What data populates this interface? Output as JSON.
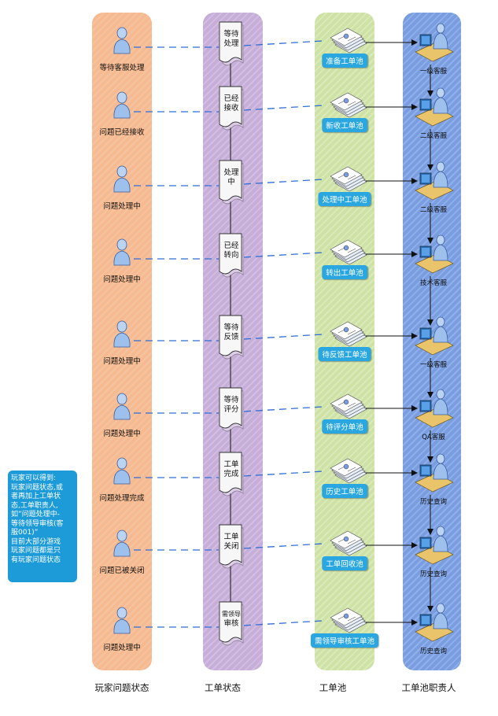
{
  "lanes": {
    "player": "玩家问题状态",
    "ticket": "工单状态",
    "pool": "工单池",
    "owner": "工单池职责人"
  },
  "note": "玩家可以得到:\n玩家问题状态,或\n者再加上工单状\n态,工单职责人,\n如”问题处理中-\n等待领导审核(客\n服001)”\n目前大部分游戏\n玩家问题都是只\n有玩家问题状态",
  "colors": {
    "player_lane": "#f7b98f",
    "ticket_lane": "#c6aed8",
    "pool_lane": "#cfe2a6",
    "owner_lane": "#7a9ddf",
    "label_box": "#2aa7e0",
    "dashed_link": "#2f6fd6"
  },
  "rows": [
    {
      "player": "等待客服处理",
      "ticket": [
        "等待",
        "处理"
      ],
      "pool": "准备工单池",
      "owner": "一级客服"
    },
    {
      "player": "问题已经接收",
      "ticket": [
        "已经",
        "接收"
      ],
      "pool": "新收工单池",
      "owner": "二级客服"
    },
    {
      "player": "问题处理中",
      "ticket": [
        "处理",
        "中"
      ],
      "pool": "处理中工单池",
      "owner": "二级客服"
    },
    {
      "player": "问题处理中",
      "ticket": [
        "已经",
        "转向"
      ],
      "pool": "转出工单池",
      "owner": "技术客服"
    },
    {
      "player": "问题处理中",
      "ticket": [
        "等待",
        "反馈"
      ],
      "pool": "待反馈工单池",
      "owner": "一级客服"
    },
    {
      "player": "问题处理中",
      "ticket": [
        "等待",
        "评分"
      ],
      "pool": "待评分单池",
      "owner": "QA客服"
    },
    {
      "player": "问题处理完成",
      "ticket": [
        "工单",
        "完成"
      ],
      "pool": "历史工单池",
      "owner": "历史查询"
    },
    {
      "player": "问题已被关闭",
      "ticket": [
        "工单",
        "关闭"
      ],
      "pool": "工单回收池",
      "owner": "历史查询"
    },
    {
      "player": "问题处理中",
      "ticket": [
        "需领导",
        "审核"
      ],
      "pool": "需领导审核工单池",
      "owner": "历史查询"
    }
  ]
}
